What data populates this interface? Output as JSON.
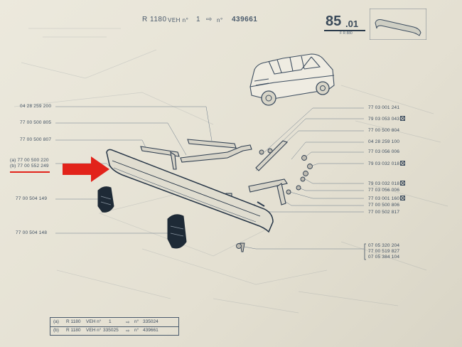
{
  "header": {
    "model": "R 1180",
    "veh": "VEH n°",
    "range_start": "1",
    "range_arrow": "⇨",
    "range_no": "n°",
    "range_end": "439661",
    "page_number": "85",
    "page_suffix": ".01",
    "page_code": "F  R 880"
  },
  "callouts_left": [
    {
      "id": "l1",
      "text": "04 28 259 200"
    },
    {
      "id": "l2",
      "text": "77 00 500 805"
    },
    {
      "id": "l3",
      "text": "77 00 500 807"
    },
    {
      "id": "l4",
      "text": "(a) 77 00 500 220"
    },
    {
      "id": "l5",
      "text": "(b) 77 00 552 249"
    },
    {
      "id": "l6",
      "text": "77 00 504 149"
    },
    {
      "id": "l7",
      "text": "77 00 504 148"
    }
  ],
  "callouts_right": [
    {
      "id": "r1",
      "text": "77 03 001 241",
      "mark": false
    },
    {
      "id": "r2",
      "text": "79 03 053 043",
      "mark": true
    },
    {
      "id": "r3",
      "text": "77 00 500 804",
      "mark": false
    },
    {
      "id": "r4",
      "text": "04 28 259 100",
      "mark": false
    },
    {
      "id": "r5",
      "text": "77 03 056 006",
      "mark": false
    },
    {
      "id": "r6",
      "text": "79 03 032 018",
      "mark": true
    },
    {
      "id": "r7",
      "text": "79 03 032 018",
      "mark": true
    },
    {
      "id": "r8",
      "text": "77 03 056 006",
      "mark": false
    },
    {
      "id": "r9",
      "text": "77 03 001 160",
      "mark": true
    },
    {
      "id": "r10",
      "text": "77 00 500 806",
      "mark": false
    },
    {
      "id": "r11",
      "text": "77 00 502 817",
      "mark": false
    },
    {
      "id": "r12",
      "text": "07 05 320 204",
      "mark": false
    },
    {
      "id": "r13",
      "text": "77 00 519 827",
      "mark": false
    },
    {
      "id": "r14",
      "text": "07 05 384 104",
      "mark": false
    }
  ],
  "footer": {
    "rows": [
      {
        "key": "(a)",
        "model": "R 1180",
        "veh": "VEH n°",
        "from": "1",
        "arrow": "⇨",
        "no": "n°",
        "to": "335024"
      },
      {
        "key": "(b)",
        "model": "R 1180",
        "veh": "VEH n°",
        "from": "335025",
        "arrow": "⇨",
        "no": "n°",
        "to": "439661"
      }
    ]
  },
  "colors": {
    "paper": "#e7e3d6",
    "ink": "#3e4e60",
    "highlight_arrow": "#e2231a"
  }
}
